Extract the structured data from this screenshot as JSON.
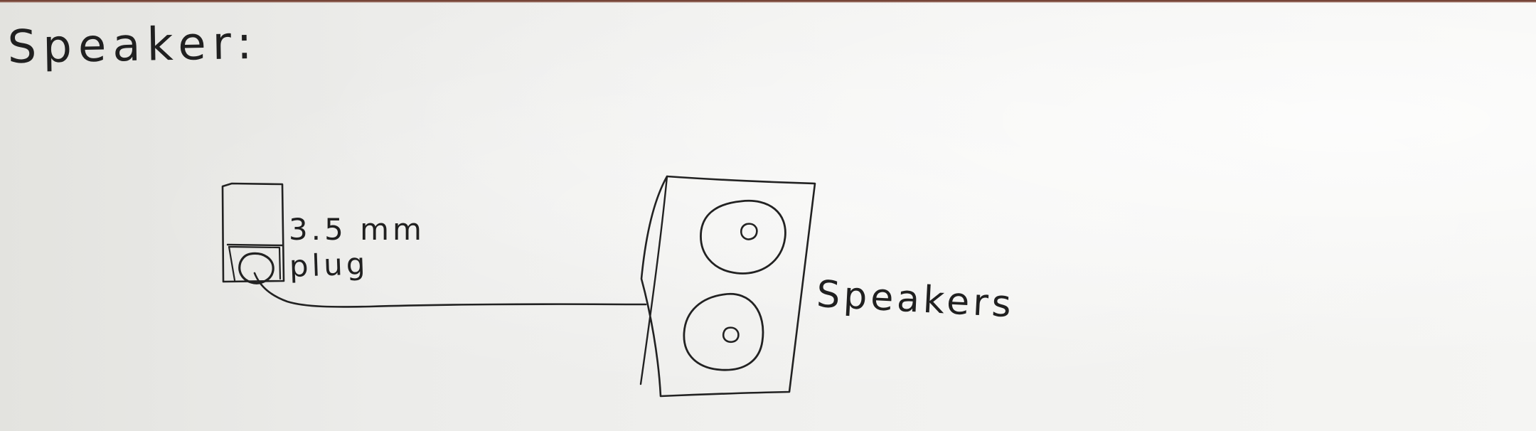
{
  "diagram": {
    "title": "Speaker:",
    "nodes": [
      {
        "id": "plug-device",
        "label_lines": [
          "3.5 mm",
          "plug"
        ]
      },
      {
        "id": "speakers",
        "label_lines": [
          "Speakers"
        ]
      }
    ],
    "edges": [
      {
        "from": "plug-device",
        "to": "speakers",
        "kind": "cable"
      }
    ]
  }
}
